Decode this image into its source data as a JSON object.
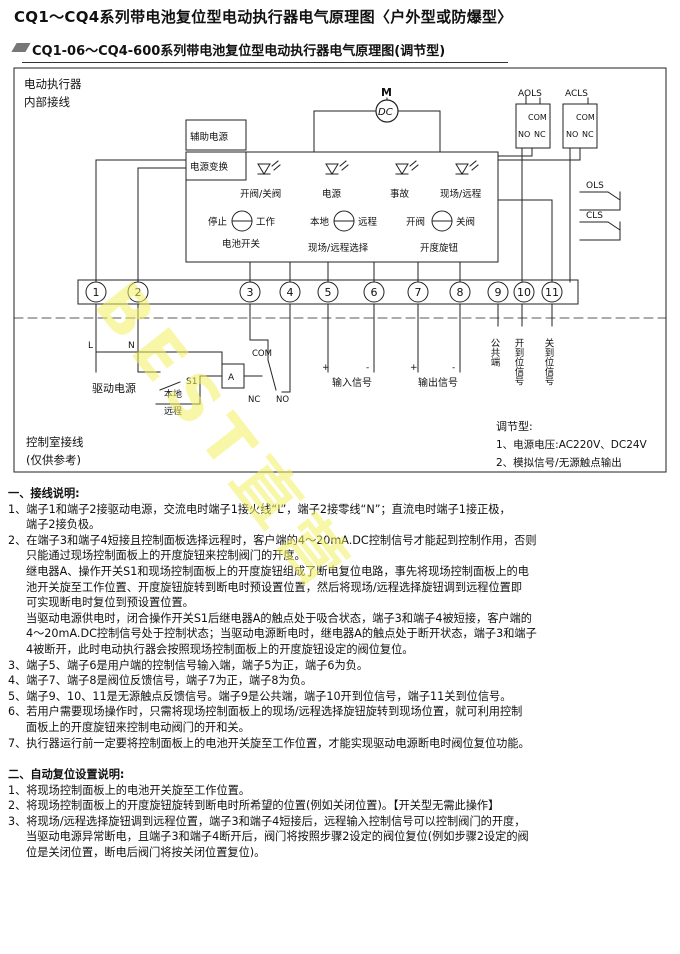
{
  "title": "CQ1～CQ4系列带电池复位型电动执行器电气原理图〈户外型或防爆型〉",
  "subtitle": "CQ1-06～CQ4-600系列带电池复位型电动执行器电气原理图(调节型)",
  "diagram": {
    "internal_label_1": "电动执行器",
    "internal_label_2": "内部接线",
    "motor_m": "M",
    "motor_dc": "DC",
    "aols": "AOLS",
    "acls": "ACLS",
    "com": "COM",
    "no": "NO",
    "nc": "NC",
    "ols": "OLS",
    "cls": "CLS",
    "aux_power": "辅助电源",
    "power_conv": "电源变换",
    "led_labels": [
      "开阀/关阀",
      "电源",
      "事故",
      "现场/远程"
    ],
    "stop": "停止",
    "work": "工作",
    "battery_switch": "电池开关",
    "local": "本地",
    "remote": "远程",
    "local_remote_select": "现场/远程选择",
    "open_valve": "开阀",
    "close_valve": "关阀",
    "open_close_knob": "开度旋钮",
    "terminals": [
      "1",
      "2",
      "3",
      "4",
      "5",
      "6",
      "7",
      "8",
      "9",
      "10",
      "11"
    ],
    "L": "L",
    "N": "N",
    "drive_power": "驱动电源",
    "S1": "S1",
    "A": "A",
    "relay_local": "本地",
    "relay_remote": "远程",
    "input_signal": "输入信号",
    "output_signal": "输出信号",
    "plus": "+",
    "minus": "-",
    "common": "公共端",
    "open_pos": "开到位信号",
    "close_pos": "关到位信号",
    "control_room_1": "控制室接线",
    "control_room_2": "(仅供参考)",
    "reg_type": "调节型:",
    "reg_1": "1、电源电压:AC220V、DC24V",
    "reg_2": "2、模拟信号/无源触点输出"
  },
  "watermark": "BEST直营",
  "notes": {
    "section1_title": "一、接线说明:",
    "s1_1a": "1、端子1和端子2接驱动电源，交流电时端子1接火线“L”，端子2接零线“N”；直流电时端子1接正极，",
    "s1_1b": "端子2接负极。",
    "s1_2a": "2、在端子3和端子4短接且控制面板选择远程时，客户端的4～20mA.DC控制信号才能起到控制作用，否则",
    "s1_2b": "只能通过现场控制面板上的开度旋钮来控制阀门的开度。",
    "s1_2c": "继电器A、操作开关S1和现场控制面板上的开度旋钮组成了断电复位电路，事先将现场控制面板上的电",
    "s1_2d": "池开关旋至工作位置、开度旋钮旋转到断电时预设置位置，然后将现场/远程选择旋钮调到远程位置即",
    "s1_2e": "可实现断电时复位到预设置位置。",
    "s1_2f": "当驱动电源供电时，闭合操作开关S1后继电器A的触点处于吸合状态，端子3和端子4被短接，客户端的",
    "s1_2g": "4～20mA.DC控制信号处于控制状态；当驱动电源断电时，继电器A的触点处于断开状态，端子3和端子",
    "s1_2h": "4被断开，此时电动执行器会按照现场控制面板上的开度旋钮设定的阀位复位。",
    "s1_3": "3、端子5、端子6是用户端的控制信号输入端，端子5为正，端子6为负。",
    "s1_4": "4、端子7、端子8是阀位反馈信号，端子7为正，端子8为负。",
    "s1_5": "5、端子9、10、11是无源触点反馈信号。端子9是公共端，端子10开到位信号，端子11关到位信号。",
    "s1_6a": "6、若用户需要现场操作时，只需将现场控制面板上的现场/远程选择旋钮旋转到现场位置，就可利用控制",
    "s1_6b": "面板上的开度旋钮来控制电动阀门的开和关。",
    "s1_7": "7、执行器运行前一定要将控制面板上的电池开关旋至工作位置，才能实现驱动电源断电时阀位复位功能。",
    "section2_title": "二、自动复位设置说明:",
    "s2_1": "1、将现场控制面板上的电池开关旋至工作位置。",
    "s2_2": "2、将现场控制面板上的开度旋钮旋转到断电时所希望的位置(例如关闭位置)。【开关型无需此操作】",
    "s2_3a": "3、将现场/远程选择旋钮调到远程位置，端子3和端子4短接后，远程输入控制信号可以控制阀门的开度，",
    "s2_3b": "当驱动电源异常断电，且端子3和端子4断开后，阀门将按照步骤2设定的阀位复位(例如步骤2设定的阀",
    "s2_3c": "位是关闭位置，断电后阀门将按关闭位置复位)。"
  }
}
